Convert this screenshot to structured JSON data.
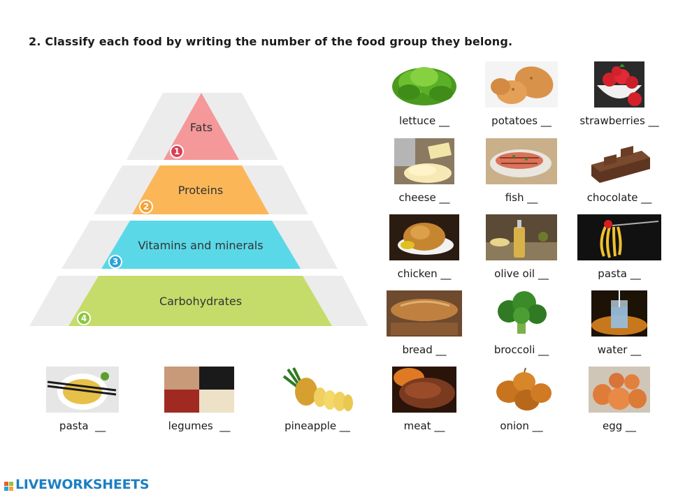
{
  "instruction": "2. Classify each food by writing the number of the food group they belong.",
  "pyramid": {
    "levels": [
      {
        "number": "1",
        "label": "Fats",
        "color": "#f4989a",
        "badge_color": "#d94058"
      },
      {
        "number": "2",
        "label": "Proteins",
        "color": "#fbb658",
        "badge_color": "#f6a135"
      },
      {
        "number": "3",
        "label": "Vitamins and minerals",
        "color": "#5ad8e8",
        "badge_color": "#2aa3d9"
      },
      {
        "number": "4",
        "label": "Carbohydrates",
        "color": "#c5dc6a",
        "badge_color": "#8cc63e"
      }
    ],
    "backdrop_color": "#ececec"
  },
  "foods": {
    "lettuce": {
      "name": "lettuce",
      "blank": "__"
    },
    "potatoes": {
      "name": "potatoes",
      "blank": "__"
    },
    "strawberries": {
      "name": "strawberries",
      "blank": "__"
    },
    "cheese": {
      "name": "cheese",
      "blank": "__"
    },
    "fish": {
      "name": "fish",
      "blank": "__"
    },
    "chocolate": {
      "name": "chocolate",
      "blank": "__"
    },
    "chicken": {
      "name": "chicken",
      "blank": "__"
    },
    "olive_oil": {
      "name": "olive oil",
      "blank": "__"
    },
    "pasta_right": {
      "name": "pasta",
      "blank": "__"
    },
    "bread": {
      "name": "bread",
      "blank": "__"
    },
    "broccoli": {
      "name": "broccoli",
      "blank": "__"
    },
    "water": {
      "name": "water",
      "blank": "__"
    },
    "pasta_bottom": {
      "name": "pasta",
      "blank": "__"
    },
    "legumes": {
      "name": "legumes",
      "blank": "__"
    },
    "pineapple": {
      "name": "pineapple",
      "blank": "__"
    },
    "meat": {
      "name": "meat",
      "blank": "__"
    },
    "onion": {
      "name": "onion",
      "blank": "__"
    },
    "egg": {
      "name": "egg",
      "blank": "__"
    }
  },
  "footer": {
    "logo_text": "LIVEWORKSHEETS",
    "logo_color": "#1d7fc1"
  }
}
